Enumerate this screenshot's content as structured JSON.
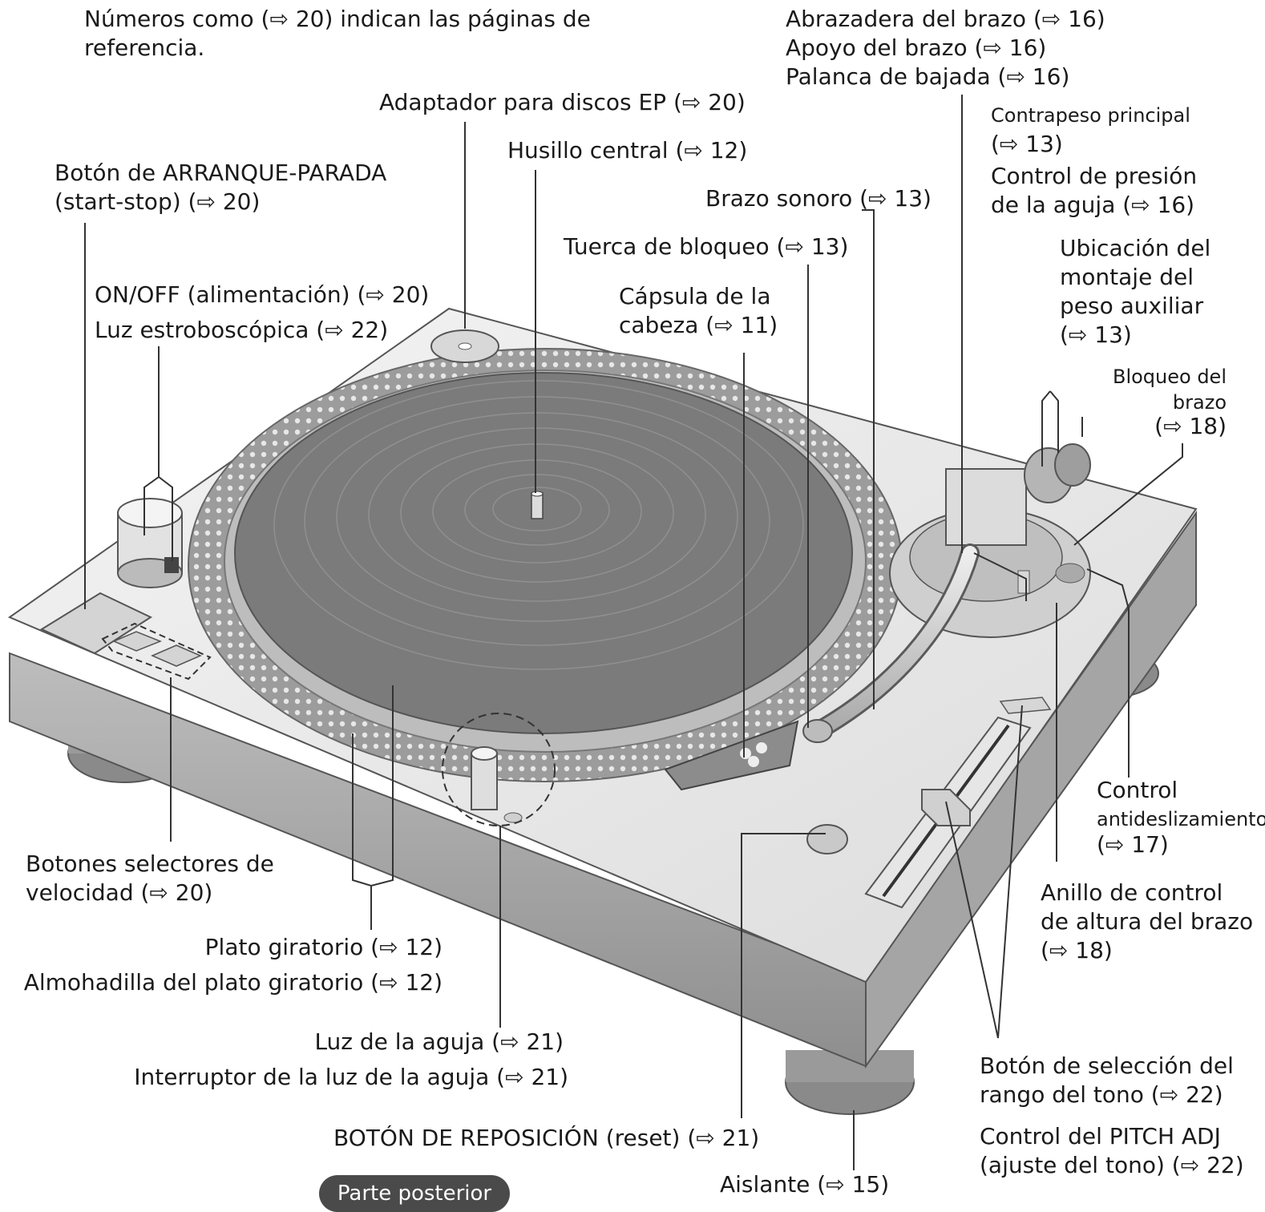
{
  "note": "Números como (⇨ 20) indican las páginas de referencia.",
  "labels": {
    "ep_adapter": "Adaptador para discos EP (⇨ 20)",
    "center_spindle": "Husillo central (⇨ 12)",
    "start_stop_1": "Botón de ARRANQUE-PARADA",
    "start_stop_2": "(start-stop) (⇨ 20)",
    "on_off": "ON/OFF (alimentación) (⇨ 20)",
    "strobe": "Luz estroboscópica (⇨ 22)",
    "arm_clamp": "Abrazadera del brazo (⇨ 16)",
    "arm_rest": "Apoyo del brazo (⇨ 16)",
    "cue_lever": "Palanca de bajada (⇨ 16)",
    "counterweight_1": "Contrapeso principal",
    "counterweight_2": "(⇨ 13)",
    "stylus_pressure_1": "Control de presión",
    "stylus_pressure_2": "de la aguja (⇨ 16)",
    "tonearm": "Brazo sonoro (⇨ 13)",
    "lock_nut": "Tuerca de bloqueo (⇨ 13)",
    "aux_weight_1": "Ubicación del",
    "aux_weight_2": "montaje del",
    "aux_weight_3": "peso auxiliar",
    "aux_weight_4": "(⇨ 13)",
    "headshell_1": "Cápsula de la",
    "headshell_2": "cabeza (⇨ 11)",
    "arm_lock_1": "Bloqueo del",
    "arm_lock_2": "brazo",
    "arm_lock_3": "(⇨ 18)",
    "anti_skate_1": "Control",
    "anti_skate_2": "antideslizamiento",
    "anti_skate_3": "(⇨ 17)",
    "speed_select_1": "Botones selectores de",
    "speed_select_2": "velocidad (⇨ 20)",
    "arm_height_1": "Anillo de control",
    "arm_height_2": "de altura del brazo",
    "arm_height_3": "(⇨ 18)",
    "platter": "Plato giratorio (⇨ 12)",
    "platter_mat": "Almohadilla del plato giratorio (⇨ 12)",
    "stylus_light": "Luz de la aguja (⇨ 21)",
    "stylus_light_switch": "Interruptor de la luz de la aguja (⇨ 21)",
    "pitch_range_1": "Botón de selección del",
    "pitch_range_2": "rango del tono (⇨ 22)",
    "reset": "BOTÓN DE REPOSICIÓN (reset) (⇨ 21)",
    "pitch_adj_1": "Control del PITCH ADJ",
    "pitch_adj_2": "(ajuste del tono) (⇨ 22)",
    "insulator": "Aislante (⇨ 15)"
  },
  "badge": "Parte posterior"
}
